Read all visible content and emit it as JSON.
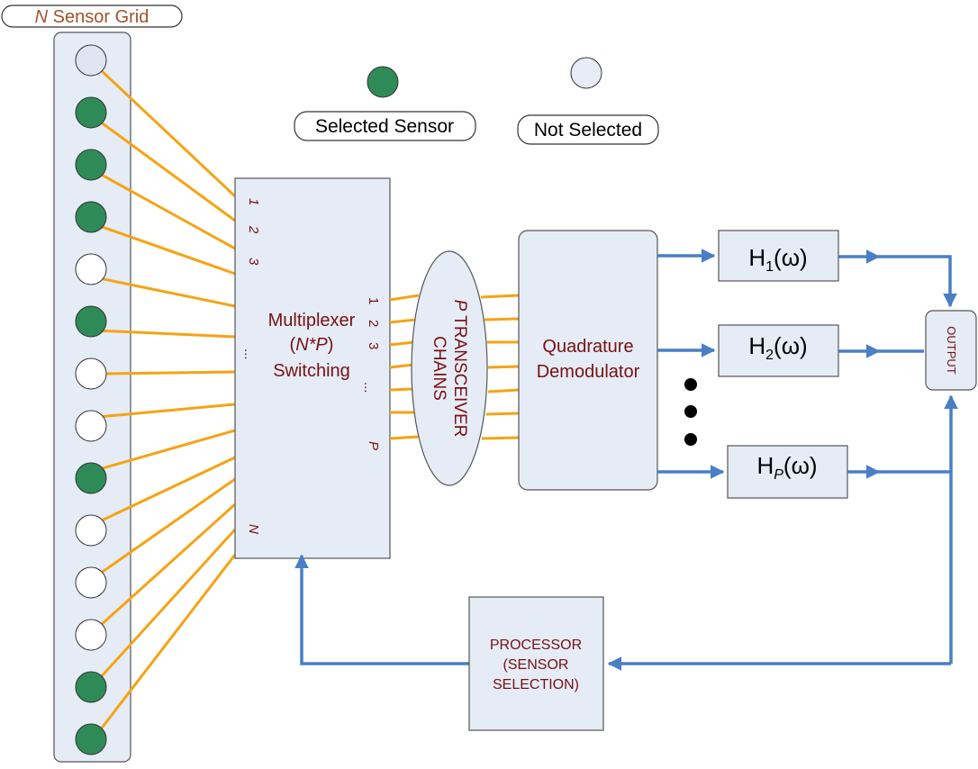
{
  "grid_title": {
    "var": "N",
    "text": " Sensor Grid"
  },
  "legend": {
    "selected": "Selected Sensor",
    "not_selected": "Not Selected",
    "colors": {
      "selected": "#2e8b57",
      "not_selected": "#e8ecf7"
    }
  },
  "sensors": [
    false,
    true,
    true,
    true,
    false,
    true,
    false,
    false,
    true,
    false,
    false,
    false,
    true,
    true
  ],
  "mux": {
    "line1": "Multiplexer",
    "line2_var": "N*P",
    "line3": "Switching",
    "inputs": [
      "1",
      "2",
      "3",
      "...",
      "N"
    ],
    "outputs": [
      "1",
      "2",
      "3",
      "...",
      "P"
    ]
  },
  "transceiver": {
    "var": "P",
    "line1": " TRANSCEIVER",
    "line2": "CHAINS"
  },
  "demod": {
    "line1": "Quadrature",
    "line2": "Demodulator"
  },
  "filters": [
    {
      "base": "H",
      "sub": "1",
      "suffix": "(ω)"
    },
    {
      "base": "H",
      "sub": "2",
      "suffix": "(ω)"
    },
    {
      "base": "H",
      "sub": "P",
      "suffix": "(ω)"
    }
  ],
  "output": "OUTPUT",
  "processor": {
    "line1": "PROCESSOR",
    "line2": "(SENSOR",
    "line3": "SELECTION)"
  }
}
